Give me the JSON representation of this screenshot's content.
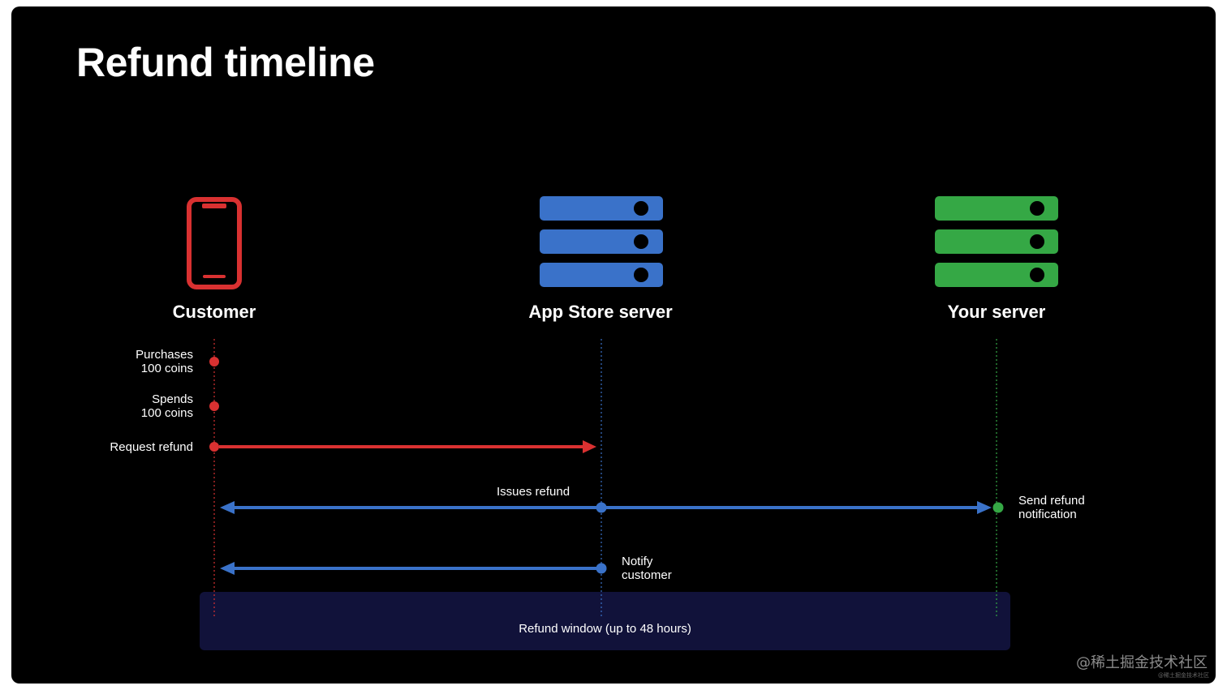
{
  "title": "Refund timeline",
  "actors": {
    "customer": {
      "label": "Customer",
      "color": "#d93131",
      "icon": "phone-icon"
    },
    "app_store": {
      "label": "App Store server",
      "color": "#3a72c9",
      "icon": "server-stack-icon"
    },
    "your_server": {
      "label": "Your server",
      "color": "#35a845",
      "icon": "server-stack-icon"
    }
  },
  "events": {
    "purchase": "Purchases\n100 coins",
    "spend": "Spends\n100 coins",
    "request_refund": "Request refund",
    "issues_refund": "Issues refund",
    "send_notification": "Send refund\nnotification",
    "notify_customer": "Notify\ncustomer"
  },
  "refund_window": "Refund window (up to 48 hours)",
  "watermark": {
    "main": "@稀土掘金技术社区",
    "small": "@稀土掘金技术社区"
  }
}
